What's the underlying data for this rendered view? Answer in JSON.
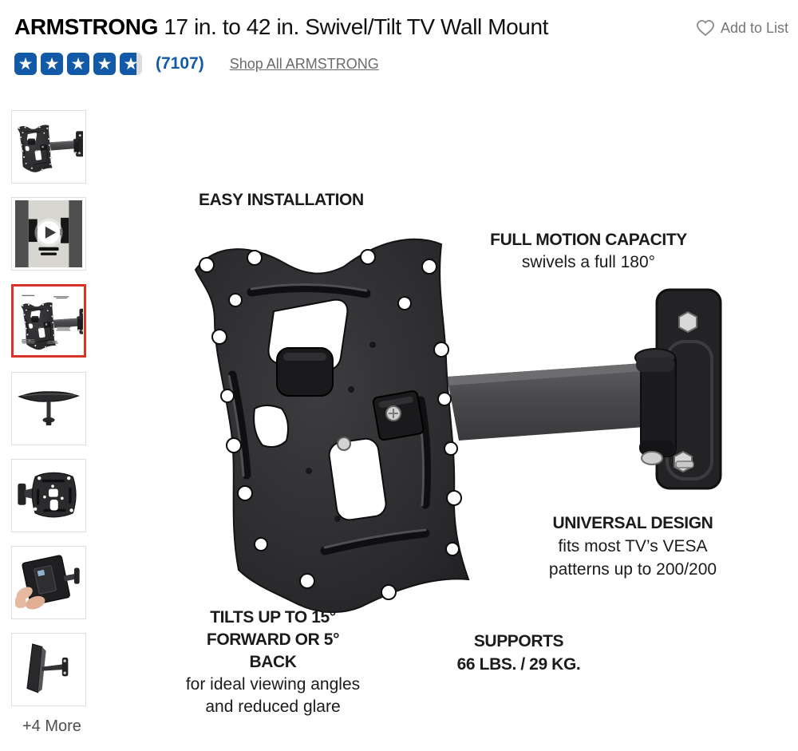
{
  "header": {
    "brand": "ARMSTRONG",
    "product_title": "17 in. to 42 in. Swivel/Tilt TV Wall Mount",
    "add_to_list_label": "Add to List",
    "rating": {
      "count_label": "(7107)",
      "stars_filled": [
        1,
        1,
        1,
        1,
        0.75
      ]
    },
    "shop_all_label": "Shop All ARMSTRONG"
  },
  "gallery": {
    "more_label": "+4 More",
    "thumbnails": [
      {
        "name": "product-angle-view",
        "type": "image",
        "selected": false
      },
      {
        "name": "video-preview",
        "type": "video",
        "selected": false
      },
      {
        "name": "feature-infographic",
        "type": "image",
        "selected": true
      },
      {
        "name": "top-view",
        "type": "image",
        "selected": false
      },
      {
        "name": "front-view",
        "type": "image",
        "selected": false
      },
      {
        "name": "installation-hands",
        "type": "image",
        "selected": false
      },
      {
        "name": "side-view",
        "type": "image",
        "selected": false
      }
    ]
  },
  "infographic": {
    "easy_installation": "EASY INSTALLATION",
    "full_motion": {
      "title": "FULL MOTION CAPACITY",
      "subtitle": "swivels a full 180°"
    },
    "universal": {
      "title": "UNIVERSAL DESIGN",
      "line1": "fits most TV’s VESA",
      "line2": "patterns up to 200/200"
    },
    "tilt": {
      "title1": "TILTS UP TO 15°",
      "title2": "FORWARD OR 5° BACK",
      "line1": "for ideal viewing angles",
      "line2": "and reduced glare"
    },
    "supports": {
      "title": "SUPPORTS",
      "value": "66 LBS. / 29 KG."
    }
  },
  "colors": {
    "star_blue": "#1259a8",
    "star_empty": "#dcdcdc",
    "selected_thumb_red": "#d93327",
    "link_gray": "#6b6b6b",
    "muted_gray": "#757575",
    "text_black": "#1b1b1b"
  }
}
